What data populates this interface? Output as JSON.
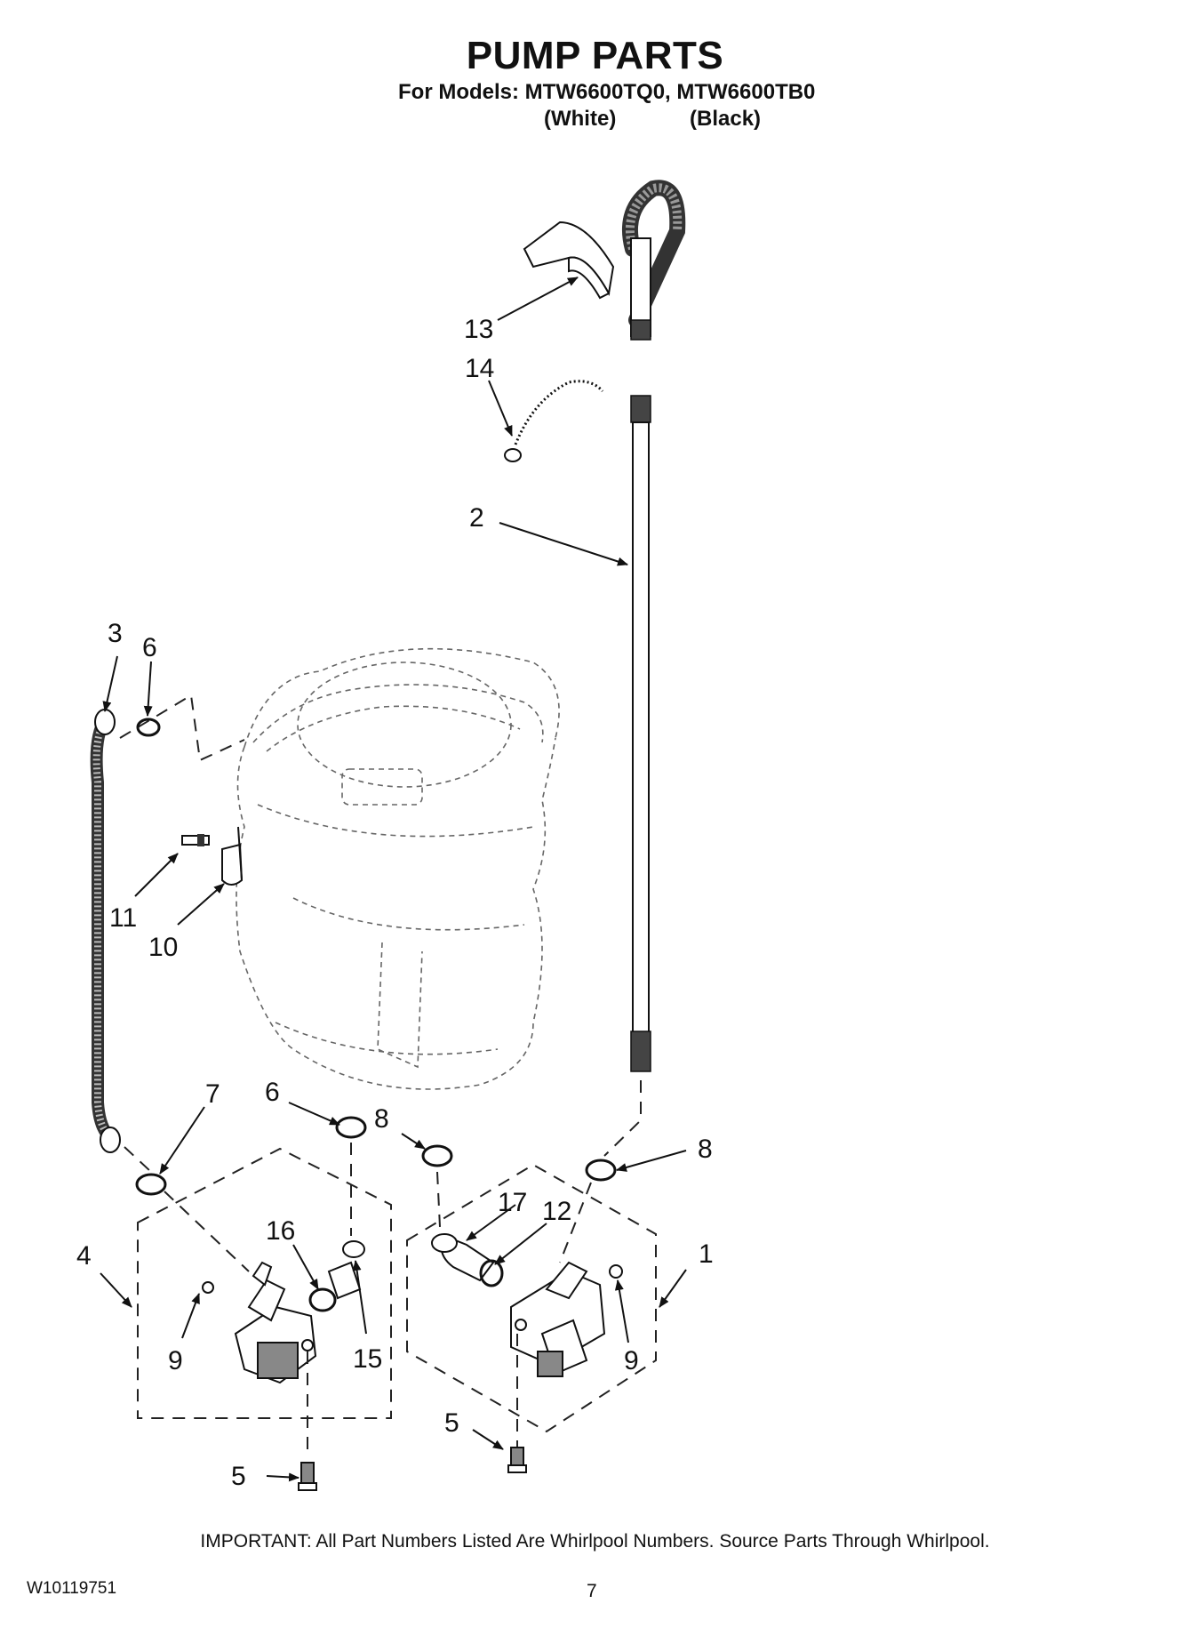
{
  "header": {
    "title": "PUMP PARTS",
    "models": "For Models: MTW6600TQ0, MTW6600TB0",
    "variant_white": "(White)",
    "variant_black": "(Black)"
  },
  "callouts": {
    "c1": "1",
    "c2": "2",
    "c3": "3",
    "c4": "4",
    "c5a": "5",
    "c5b": "5",
    "c6a": "6",
    "c6b": "6",
    "c7": "7",
    "c8a": "8",
    "c8b": "8",
    "c9a": "9",
    "c9b": "9",
    "c10": "10",
    "c11": "11",
    "c12": "12",
    "c13": "13",
    "c14": "14",
    "c15": "15",
    "c16": "16",
    "c17": "17"
  },
  "footer": {
    "important": "IMPORTANT: All Part Numbers Listed Are Whirlpool Numbers. Source Parts Through Whirlpool.",
    "doc_number": "W10119751",
    "page_number": "7"
  }
}
